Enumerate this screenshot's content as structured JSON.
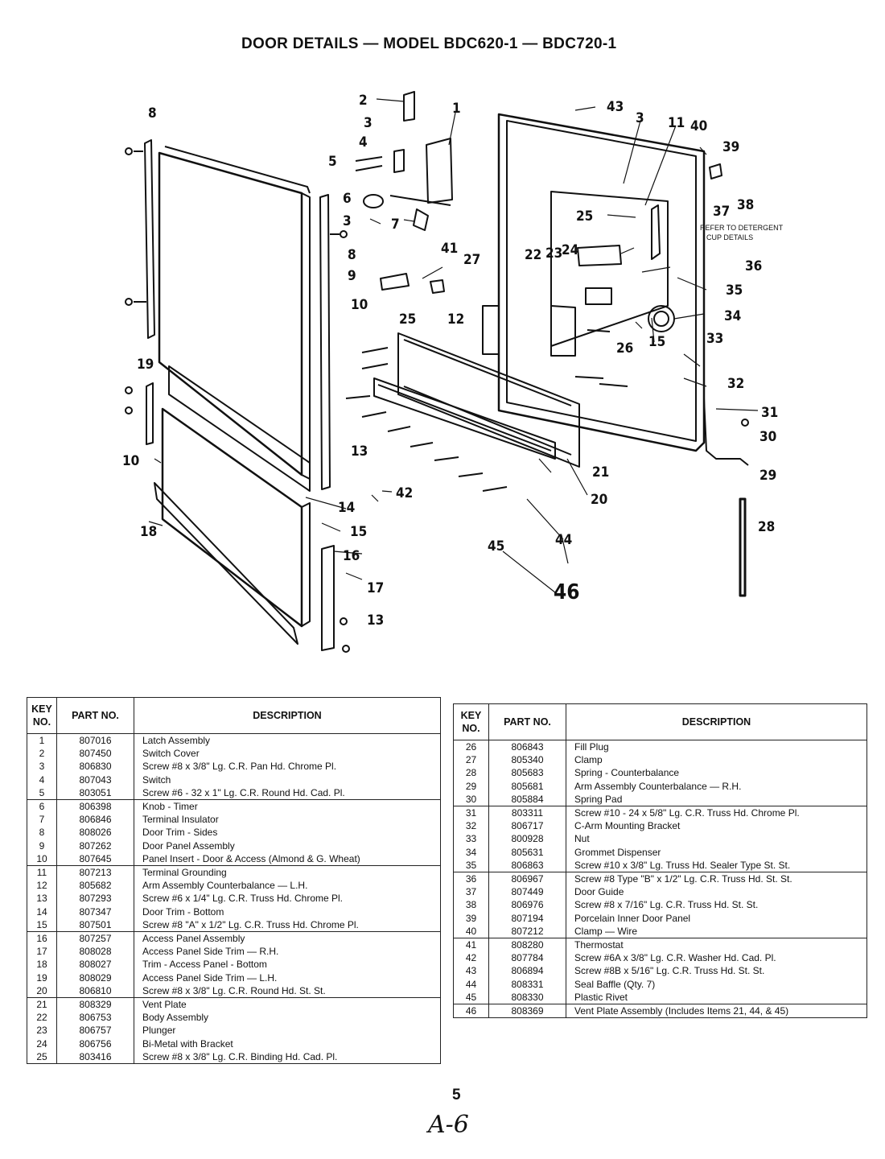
{
  "title": "DOOR DETAILS — MODEL BDC620-1  — BDC720-1",
  "diagram": {
    "callouts": [
      "2",
      "1",
      "43",
      "3",
      "11",
      "40",
      "39",
      "8",
      "3",
      "4",
      "5",
      "6",
      "3",
      "7",
      "37",
      "38",
      "25",
      "41",
      "27",
      "22",
      "23",
      "24",
      "36",
      "35",
      "34",
      "25",
      "12",
      "26",
      "15",
      "33",
      "32",
      "31",
      "30",
      "29",
      "19",
      "10",
      "13",
      "42",
      "14",
      "15",
      "21",
      "20",
      "28",
      "18",
      "16",
      "17",
      "13",
      "45",
      "44",
      "46",
      "8",
      "9",
      "10"
    ],
    "note_line1": "REFER TO DETERGENT",
    "note_line2": "CUP DETAILS"
  },
  "headers": {
    "key": "KEY NO.",
    "part": "PART NO.",
    "description": "DESCRIPTION"
  },
  "left_table": [
    [
      {
        "key": "1",
        "part": "807016",
        "desc": "Latch Assembly"
      },
      {
        "key": "2",
        "part": "807450",
        "desc": "Switch Cover"
      },
      {
        "key": "3",
        "part": "806830",
        "desc": "Screw #8 x 3/8\" Lg. C.R. Pan Hd. Chrome Pl."
      },
      {
        "key": "4",
        "part": "807043",
        "desc": "Switch"
      },
      {
        "key": "5",
        "part": "803051",
        "desc": "Screw #6 - 32 x 1\" Lg. C.R. Round Hd. Cad. Pl."
      }
    ],
    [
      {
        "key": "6",
        "part": "806398",
        "desc": "Knob - Timer"
      },
      {
        "key": "7",
        "part": "806846",
        "desc": "Terminal Insulator"
      },
      {
        "key": "8",
        "part": "808026",
        "desc": "Door Trim - Sides"
      },
      {
        "key": "9",
        "part": "807262",
        "desc": "Door Panel Assembly"
      },
      {
        "key": "10",
        "part": "807645",
        "desc": "Panel Insert - Door & Access  (Almond & G. Wheat)"
      }
    ],
    [
      {
        "key": "11",
        "part": "807213",
        "desc": "Terminal Grounding"
      },
      {
        "key": "12",
        "part": "805682",
        "desc": "Arm Assembly Counterbalance — L.H."
      },
      {
        "key": "13",
        "part": "807293",
        "desc": "Screw #6 x 1/4\" Lg. C.R. Truss Hd. Chrome Pl."
      },
      {
        "key": "14",
        "part": "807347",
        "desc": "Door Trim - Bottom"
      },
      {
        "key": "15",
        "part": "807501",
        "desc": "Screw #8 \"A\" x 1/2\" Lg. C.R. Truss Hd. Chrome Pl."
      }
    ],
    [
      {
        "key": "16",
        "part": "807257",
        "desc": "Access Panel Assembly"
      },
      {
        "key": "17",
        "part": "808028",
        "desc": "Access Panel Side Trim — R.H."
      },
      {
        "key": "18",
        "part": "808027",
        "desc": "Trim - Access Panel - Bottom"
      },
      {
        "key": "19",
        "part": "808029",
        "desc": "Access Panel Side Trim — L.H."
      },
      {
        "key": "20",
        "part": "806810",
        "desc": "Screw #8 x 3/8\" Lg. C.R. Round Hd. St. St."
      }
    ],
    [
      {
        "key": "21",
        "part": "808329",
        "desc": "Vent Plate"
      },
      {
        "key": "22",
        "part": "806753",
        "desc": "Body Assembly"
      },
      {
        "key": "23",
        "part": "806757",
        "desc": "Plunger"
      },
      {
        "key": "24",
        "part": "806756",
        "desc": "Bi-Metal with Bracket"
      },
      {
        "key": "25",
        "part": "803416",
        "desc": "Screw #8 x 3/8\" Lg. C.R. Binding Hd. Cad. Pl."
      }
    ]
  ],
  "right_table": [
    [
      {
        "key": "26",
        "part": "806843",
        "desc": "Fill Plug"
      },
      {
        "key": "27",
        "part": "805340",
        "desc": "Clamp"
      },
      {
        "key": "28",
        "part": "805683",
        "desc": "Spring - Counterbalance"
      },
      {
        "key": "29",
        "part": "805681",
        "desc": "Arm Assembly Counterbalance — R.H."
      },
      {
        "key": "30",
        "part": "805884",
        "desc": "Spring Pad"
      }
    ],
    [
      {
        "key": "31",
        "part": "803311",
        "desc": "Screw #10 - 24 x 5/8\" Lg. C.R. Truss Hd. Chrome Pl."
      },
      {
        "key": "32",
        "part": "806717",
        "desc": "C-Arm Mounting Bracket"
      },
      {
        "key": "33",
        "part": "800928",
        "desc": "Nut"
      },
      {
        "key": "34",
        "part": "805631",
        "desc": "Grommet Dispenser"
      },
      {
        "key": "35",
        "part": "806863",
        "desc": "Screw #10 x 3/8\" Lg. Truss Hd. Sealer Type St. St."
      }
    ],
    [
      {
        "key": "36",
        "part": "806967",
        "desc": "Screw #8 Type \"B\" x 1/2\" Lg. C.R. Truss Hd. St. St."
      },
      {
        "key": "37",
        "part": "807449",
        "desc": "Door Guide"
      },
      {
        "key": "38",
        "part": "806976",
        "desc": "Screw #8 x 7/16\" Lg. C.R. Truss Hd. St. St."
      },
      {
        "key": "39",
        "part": "807194",
        "desc": "Porcelain Inner Door Panel"
      },
      {
        "key": "40",
        "part": "807212",
        "desc": "Clamp — Wire"
      }
    ],
    [
      {
        "key": "41",
        "part": "808280",
        "desc": "Thermostat"
      },
      {
        "key": "42",
        "part": "807784",
        "desc": "Screw #6A x 3/8\" Lg. C.R. Washer Hd. Cad. Pl."
      },
      {
        "key": "43",
        "part": "806894",
        "desc": "Screw #8B x 5/16\" Lg. C.R. Truss Hd. St. St."
      },
      {
        "key": "44",
        "part": "808331",
        "desc": "Seal Baffle  (Qty. 7)"
      },
      {
        "key": "45",
        "part": "808330",
        "desc": "Plastic Rivet"
      }
    ],
    [
      {
        "key": "46",
        "part": "808369",
        "desc": "Vent Plate Assembly  (Includes Items 21, 44, & 45)"
      }
    ]
  ],
  "page_number": "5",
  "handwritten_note": "A-6"
}
